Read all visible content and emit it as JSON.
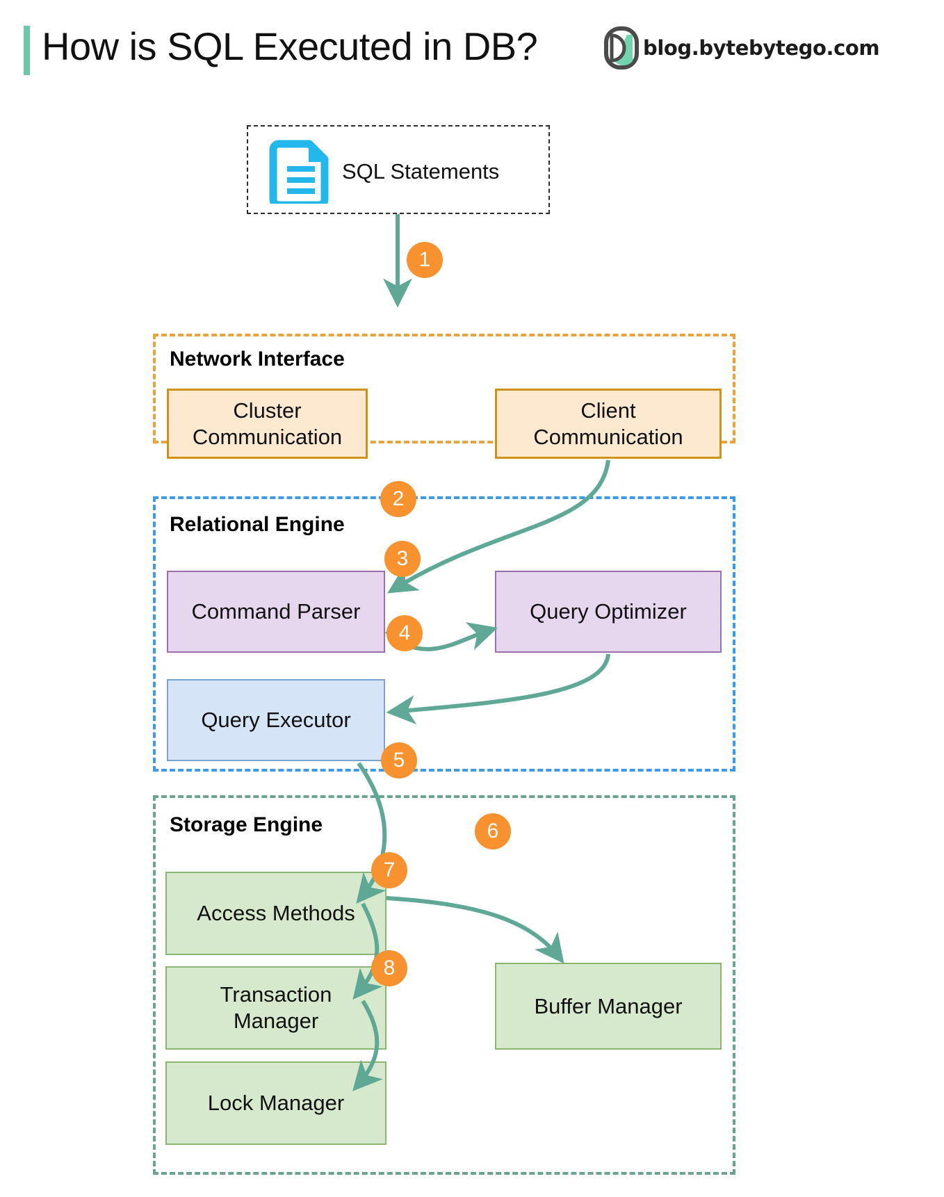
{
  "header": {
    "title": "How is SQL Executed in DB?",
    "brand_text": "blog.bytebytego.com",
    "logo_icon": "bytebytego-logo-icon",
    "accent_bar_color": "#6dc6a5"
  },
  "input": {
    "icon": "document-icon",
    "label": "SQL Statements"
  },
  "groups": [
    {
      "key": "network_interface",
      "label": "Network Interface",
      "border_color": "#e8a33d",
      "nodes": [
        {
          "key": "cluster_communication",
          "label": "Cluster\nCommunication"
        },
        {
          "key": "client_communication",
          "label": "Client\nCommunication"
        }
      ]
    },
    {
      "key": "relational_engine",
      "label": "Relational Engine",
      "border_color": "#3d9ae8",
      "nodes": [
        {
          "key": "command_parser",
          "label": "Command Parser"
        },
        {
          "key": "query_optimizer",
          "label": "Query Optimizer"
        },
        {
          "key": "query_executor",
          "label": "Query Executor"
        }
      ]
    },
    {
      "key": "storage_engine",
      "label": "Storage Engine",
      "border_color": "#6ba392",
      "nodes": [
        {
          "key": "access_methods",
          "label": "Access Methods"
        },
        {
          "key": "transaction_manager",
          "label": "Transaction\nManager"
        },
        {
          "key": "lock_manager",
          "label": "Lock Manager"
        },
        {
          "key": "buffer_manager",
          "label": "Buffer Manager"
        }
      ]
    }
  ],
  "steps": [
    {
      "number": "1",
      "from": "sql_statements",
      "to": "network_interface"
    },
    {
      "number": "2",
      "from": "client_communication",
      "to": "command_parser"
    },
    {
      "number": "3",
      "from": "command_parser",
      "to": "query_optimizer"
    },
    {
      "number": "4",
      "from": "query_optimizer",
      "to": "query_executor"
    },
    {
      "number": "5",
      "from": "query_executor",
      "to": "access_methods"
    },
    {
      "number": "6",
      "from": "access_methods",
      "to": "buffer_manager"
    },
    {
      "number": "7",
      "from": "access_methods",
      "to": "transaction_manager"
    },
    {
      "number": "8",
      "from": "transaction_manager",
      "to": "lock_manager"
    }
  ],
  "colors": {
    "arrow": "#5fa896",
    "badge": "#f7922e",
    "badge_text": "#ffffff",
    "orange_fill": "#fde8d0",
    "orange_stroke": "#cf9417",
    "purple_fill": "#e6d7ee",
    "purple_stroke": "#9a6fb0",
    "blue_fill": "#d6e4f7",
    "blue_stroke": "#7ba2cf",
    "green_fill": "#d6e9cd",
    "green_stroke": "#8bb572",
    "doc_icon": "#22b8ec"
  }
}
